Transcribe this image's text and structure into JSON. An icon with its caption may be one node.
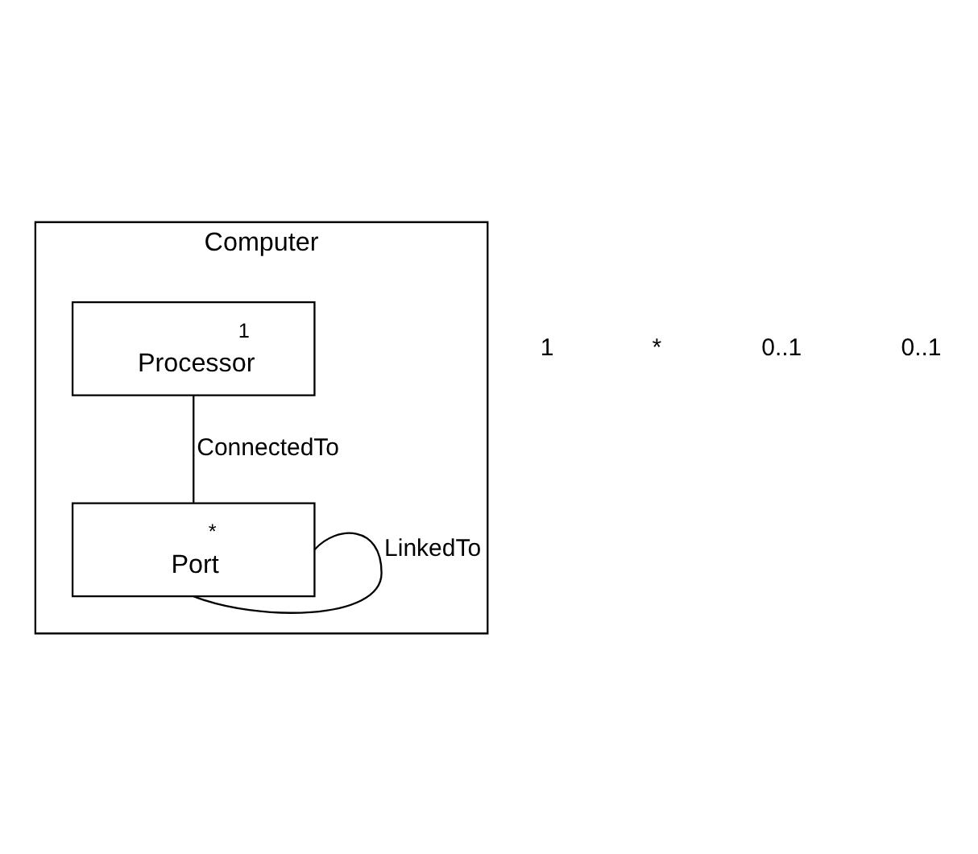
{
  "diagram": {
    "nodes": [
      {
        "text": [
          "Computer"
        ]
      },
      {
        "text": [
          "1",
          "Processor"
        ],
        "in": 0
      },
      {
        "text": [
          "*",
          "Port"
        ],
        "in": 0
      }
    ],
    "edges": [
      {
        "from": 1,
        "to": 2,
        "arrow": "none",
        "label": "ConnectedTo"
      },
      {
        "from": 2,
        "to": 2,
        "arrow": "none",
        "label": "LinkedTo"
      }
    ],
    "labels": [
      "1",
      "*",
      "0..1",
      "0..1"
    ]
  }
}
